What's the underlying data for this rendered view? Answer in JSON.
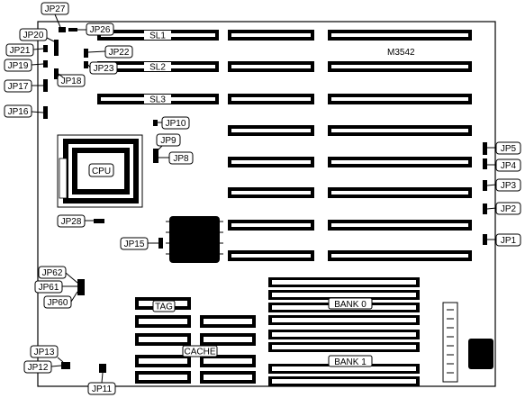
{
  "board": {
    "model": "M3542",
    "cpu_label": "CPU",
    "slot_labels": [
      "SL1",
      "SL2",
      "SL3"
    ],
    "tag_label": "TAG",
    "cache_label": "CACHE",
    "bank0_label": "BANK 0",
    "bank1_label": "BANK 1"
  },
  "jumpers": [
    {
      "id": "jp27",
      "label": "JP27"
    },
    {
      "id": "jp26",
      "label": "JP26"
    },
    {
      "id": "jp20",
      "label": "JP20"
    },
    {
      "id": "jp21",
      "label": "JP21"
    },
    {
      "id": "jp22",
      "label": "JP22"
    },
    {
      "id": "jp19",
      "label": "JP19"
    },
    {
      "id": "jp23",
      "label": "JP23"
    },
    {
      "id": "jp18",
      "label": "JP18"
    },
    {
      "id": "jp17",
      "label": "JP17"
    },
    {
      "id": "jp16",
      "label": "JP16"
    },
    {
      "id": "jp10",
      "label": "JP10"
    },
    {
      "id": "jp9",
      "label": "JP9"
    },
    {
      "id": "jp8",
      "label": "JP8"
    },
    {
      "id": "jp5",
      "label": "JP5"
    },
    {
      "id": "jp4",
      "label": "JP4"
    },
    {
      "id": "jp3",
      "label": "JP3"
    },
    {
      "id": "jp2",
      "label": "JP2"
    },
    {
      "id": "jp1",
      "label": "JP1"
    },
    {
      "id": "jp28",
      "label": "JP28"
    },
    {
      "id": "jp15",
      "label": "JP15"
    },
    {
      "id": "jp62",
      "label": "JP62"
    },
    {
      "id": "jp61",
      "label": "JP61"
    },
    {
      "id": "jp60",
      "label": "JP60"
    },
    {
      "id": "jp13",
      "label": "JP13"
    },
    {
      "id": "jp12",
      "label": "JP12"
    },
    {
      "id": "jp11",
      "label": "JP11"
    }
  ]
}
